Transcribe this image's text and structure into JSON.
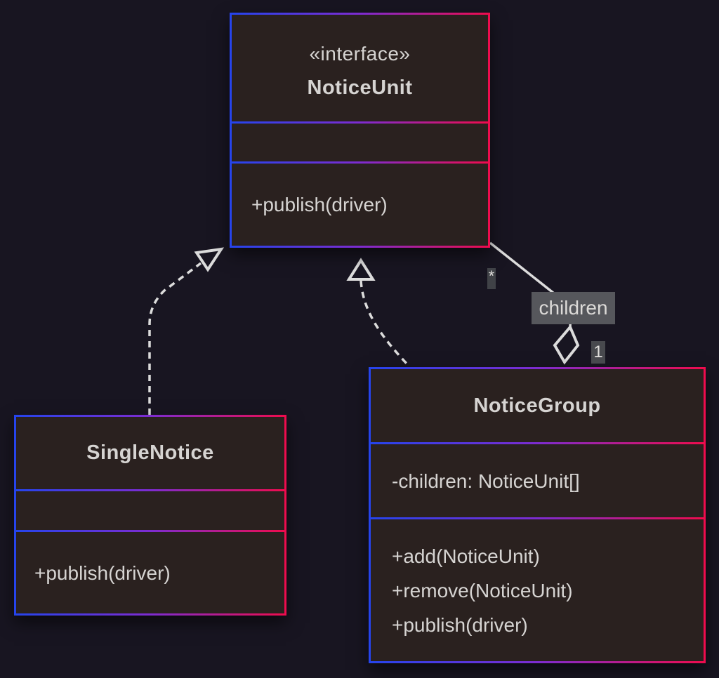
{
  "canvas": {
    "background": "#181521"
  },
  "theme": {
    "box_fill": "#2a211f",
    "border_gradient": [
      "#2644ec",
      "#7d2cd0",
      "#ee0c4e"
    ],
    "text_color": "#d6d4d2",
    "edge_color": "#dcdcdc"
  },
  "classes": {
    "notice_unit": {
      "stereotype": "«interface»",
      "name": "NoticeUnit",
      "attributes": [],
      "methods": [
        "+publish(driver)"
      ]
    },
    "single_notice": {
      "name": "SingleNotice",
      "attributes": [],
      "methods": [
        "+publish(driver)"
      ]
    },
    "notice_group": {
      "name": "NoticeGroup",
      "attributes": [
        "-children: NoticeUnit[]"
      ],
      "methods": [
        "+add(NoticeUnit)",
        "+remove(NoticeUnit)",
        "+publish(driver)"
      ]
    }
  },
  "relations": {
    "realizations": [
      {
        "from": "SingleNotice",
        "to": "NoticeUnit",
        "style": "dashed-hollow-triangle"
      },
      {
        "from": "NoticeGroup",
        "to": "NoticeUnit",
        "style": "dashed-hollow-triangle"
      }
    ],
    "aggregation": {
      "from": "NoticeGroup",
      "to": "NoticeUnit",
      "label": "children",
      "multiplicity_notice_unit_end": "*",
      "multiplicity_notice_group_end": "1"
    }
  }
}
